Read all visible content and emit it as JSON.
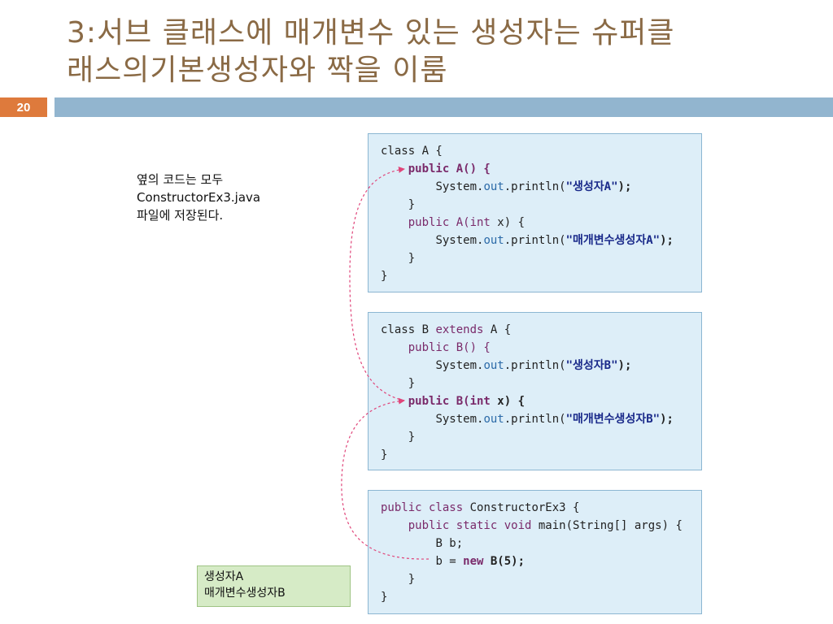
{
  "slide": {
    "title_lines": [
      "3:서브 클래스에 매개변수 있는 생성자는 슈퍼클",
      "래스의기본생성자와 짝을 이룸"
    ],
    "number": "20"
  },
  "note": {
    "lines": [
      "옆의 코드는 모두",
      "ConstructorEx3.java",
      "파일에 저장된다."
    ]
  },
  "code": {
    "class_a": {
      "l1": "class A {",
      "l2": "public A() {",
      "l3a": "System.",
      "l3b": "out",
      "l3c": ".println(",
      "l3d": "\"생성자A\"",
      "l3e": ");",
      "l4": "}",
      "l5a": "public A(",
      "l5b": "int",
      "l5c": " x) {",
      "l6a": "System.",
      "l6b": "out",
      "l6c": ".println(",
      "l6d": "\"매개변수생성자A\"",
      "l6e": ");",
      "l7": "}",
      "l8": "}"
    },
    "class_b": {
      "l1a": "class B ",
      "l1b": "extends",
      "l1c": " A {",
      "l2": "public B() {",
      "l3a": "System.",
      "l3b": "out",
      "l3c": ".println(",
      "l3d": "\"생성자B\"",
      "l3e": ");",
      "l4": "}",
      "l5a": "public B(",
      "l5b": "int",
      "l5c": " x) {",
      "l6a": "System.",
      "l6b": "out",
      "l6c": ".println(",
      "l6d": "\"매개변수생성자B\"",
      "l6e": ");",
      "l7": "}",
      "l8": "}"
    },
    "main_class": {
      "l1a": "public class",
      "l1b": " ConstructorEx3 {",
      "l2a": "public static void",
      "l2b": " main(String[] args) {",
      "l3": "B b;",
      "l4a": "b = ",
      "l4b": "new",
      "l4c": " B(5);",
      "l5": "}",
      "l6": "}"
    }
  },
  "output": {
    "lines": [
      "생성자A",
      "매개변수생성자B"
    ]
  },
  "colors": {
    "title": "#8a6a45",
    "slide_number_bg": "#de7a3c",
    "title_bar": "#92b5cf",
    "code_bg": "#ddeef8",
    "output_bg": "#d6ebc6",
    "arrow": "#e0457a"
  }
}
